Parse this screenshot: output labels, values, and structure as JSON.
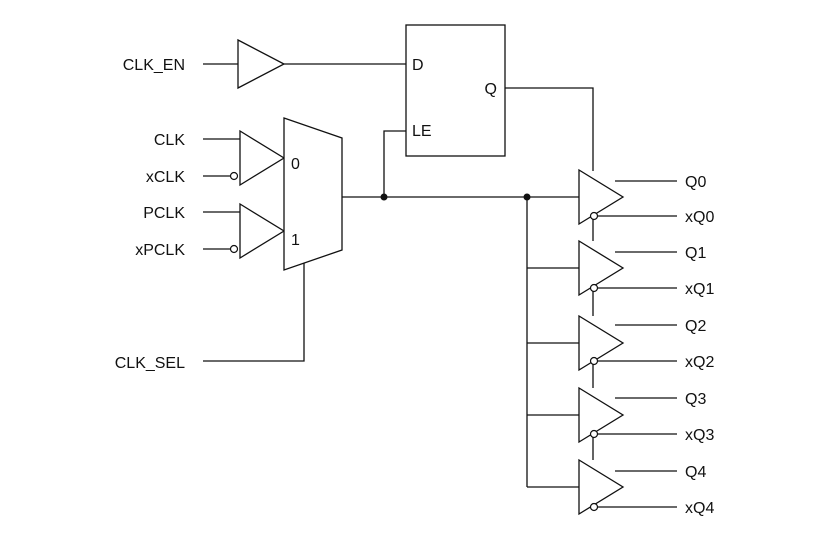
{
  "inputs": {
    "clk_en": "CLK_EN",
    "clk": "CLK",
    "xclk": "xCLK",
    "pclk": "PCLK",
    "xpclk": "xPCLK",
    "clk_sel": "CLK_SEL"
  },
  "latch": {
    "d": "D",
    "le": "LE",
    "q": "Q"
  },
  "mux": {
    "in0": "0",
    "in1": "1"
  },
  "outputs": [
    {
      "true_label": "Q0",
      "comp_label": "xQ0"
    },
    {
      "true_label": "Q1",
      "comp_label": "xQ1"
    },
    {
      "true_label": "Q2",
      "comp_label": "xQ2"
    },
    {
      "true_label": "Q3",
      "comp_label": "xQ3"
    },
    {
      "true_label": "Q4",
      "comp_label": "xQ4"
    }
  ]
}
